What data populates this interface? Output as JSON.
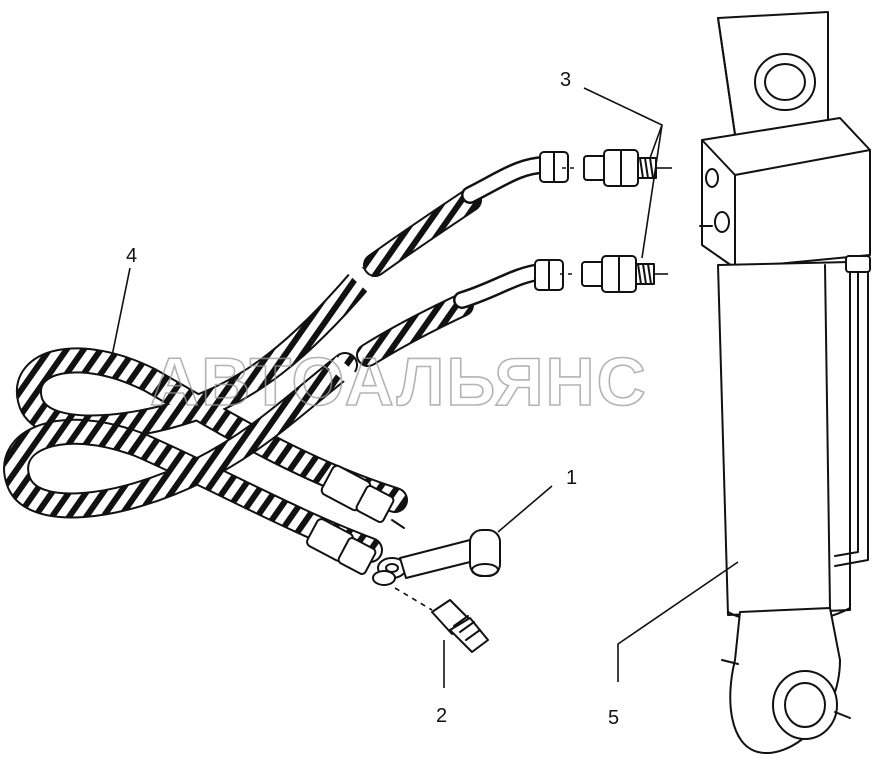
{
  "watermark": "АВТОАЛЬЯНС",
  "callouts": {
    "c1": "1",
    "c2": "2",
    "c3": "3",
    "c4": "4",
    "c5": "5"
  }
}
